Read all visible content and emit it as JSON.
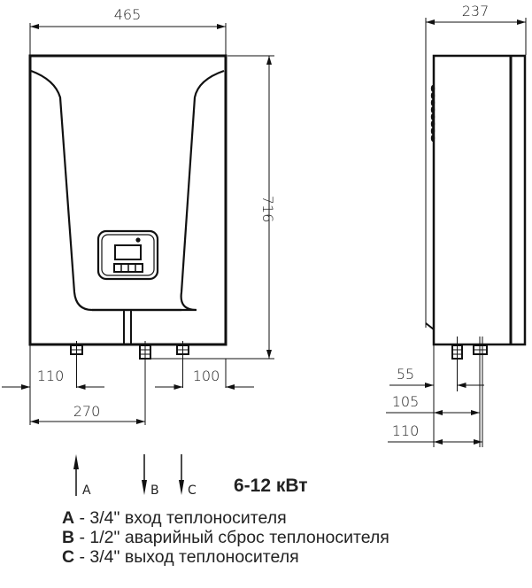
{
  "drawing": {
    "front_view": {
      "width_dim": "465",
      "height_dim": "716",
      "left_inlet_offset_dim": "110",
      "right_outlet_offset_dim": "100",
      "drain_offset_dim": "270"
    },
    "side_view": {
      "depth_dim": "237",
      "offsets": [
        "55",
        "105",
        "110"
      ]
    },
    "flow_arrows": [
      {
        "letter": "A",
        "direction": "up"
      },
      {
        "letter": "B",
        "direction": "down"
      },
      {
        "letter": "C",
        "direction": "down"
      }
    ]
  },
  "power_label": "6-12 кВт",
  "legend": [
    {
      "key": "A",
      "text": " - 3/4\" вход теплоносителя"
    },
    {
      "key": "B",
      "text": " - 1/2\" аварийный сброс теплоносителя"
    },
    {
      "key": "C",
      "text": " - 3/4\" выход теплоносителя"
    }
  ]
}
